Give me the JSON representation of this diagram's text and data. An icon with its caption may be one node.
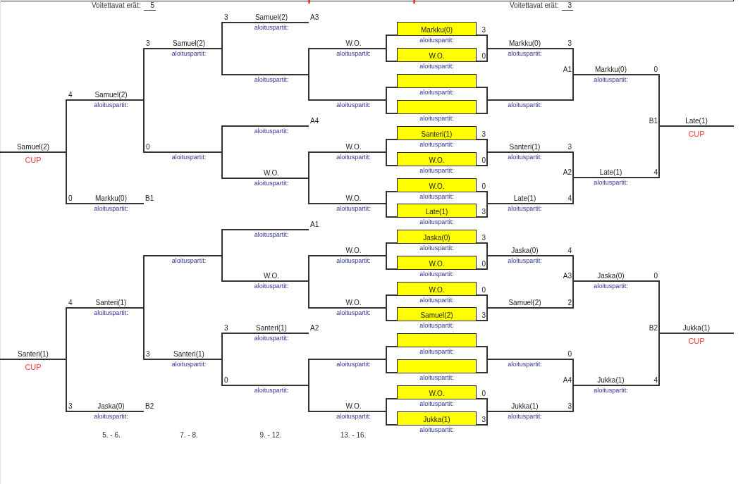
{
  "diagram": {
    "nodes": [
      {
        "text": [
          "Samuel(2)",
          "CUP"
        ]
      },
      {
        "text": [
          "Santeri(1)",
          "CUP"
        ]
      },
      {
        "text": [
          "4",
          "Samuel(2)",
          "aloituspartit:"
        ]
      },
      {
        "text": [
          "0",
          "Markku(0)",
          "aloituspartit:"
        ],
        "beside": [
          "B1"
        ]
      },
      {
        "text": [
          "4",
          "Santeri(1)",
          "aloituspartit:"
        ]
      },
      {
        "text": [
          "3",
          "Jaska(0)",
          "aloituspartit:"
        ],
        "beside": [
          "B2"
        ]
      },
      {
        "text": [
          "3",
          "Samuel(2)",
          "aloituspartit:"
        ]
      },
      {
        "text": [
          "0",
          "aloituspartit:"
        ]
      },
      {
        "text": [
          "aloituspartit:"
        ]
      },
      {
        "text": [
          "3",
          "Santeri(1)",
          "aloituspartit:"
        ]
      },
      {
        "text": [
          "3",
          "Samuel(2)",
          "aloituspartit:"
        ],
        "beside": [
          "A3"
        ]
      },
      {
        "text": [
          "aloituspartit:"
        ]
      },
      {
        "text": [
          "aloituspartit:"
        ],
        "beside": [
          "A4"
        ]
      },
      {
        "text": [
          "W.O.",
          "aloituspartit:"
        ]
      },
      {
        "text": [
          "aloituspartit:"
        ],
        "beside": [
          "A1"
        ]
      },
      {
        "text": [
          "W.O.",
          "aloituspartit:"
        ]
      },
      {
        "text": [
          "3",
          "Santeri(1)",
          "aloituspartit:"
        ],
        "beside": [
          "A2"
        ]
      },
      {
        "text": [
          "0",
          "aloituspartit:"
        ]
      },
      {
        "text": [
          "W.O.",
          "aloituspartit:"
        ]
      },
      {
        "text": [
          "aloituspartit:"
        ]
      },
      {
        "text": [
          "W.O.",
          "aloituspartit:"
        ]
      },
      {
        "text": [
          "W.O.",
          "aloituspartit:"
        ]
      },
      {
        "text": [
          "W.O.",
          "aloituspartit:"
        ]
      },
      {
        "text": [
          "W.O.",
          "aloituspartit:"
        ]
      },
      {
        "text": [
          "aloituspartit:"
        ]
      },
      {
        "text": [
          "W.O.",
          "aloituspartit:"
        ]
      },
      {
        "text": [
          "Markku(0)",
          "aloituspartit:"
        ],
        "beside": [
          "3"
        ]
      },
      {
        "text": [
          "W.O.",
          "aloituspartit:"
        ],
        "beside": [
          "0"
        ]
      },
      {
        "text": [
          "aloituspartit:"
        ]
      },
      {
        "text": [
          "aloituspartit:"
        ]
      },
      {
        "text": [
          "Santeri(1)",
          "aloituspartit:"
        ],
        "beside": [
          "3"
        ]
      },
      {
        "text": [
          "W.O.",
          "aloituspartit:"
        ],
        "beside": [
          "0"
        ]
      },
      {
        "text": [
          "W.O.",
          "aloituspartit:"
        ],
        "beside": [
          "0"
        ]
      },
      {
        "text": [
          "Late(1)",
          "aloituspartit:"
        ],
        "beside": [
          "3"
        ]
      },
      {
        "text": [
          "Jaska(0)",
          "aloituspartit:"
        ],
        "beside": [
          "3"
        ]
      },
      {
        "text": [
          "W.O.",
          "aloituspartit:"
        ],
        "beside": [
          "0"
        ]
      },
      {
        "text": [
          "W.O.",
          "aloituspartit:"
        ],
        "beside": [
          "0"
        ]
      },
      {
        "text": [
          "Samuel(2)",
          "aloituspartit:"
        ],
        "beside": [
          "3"
        ]
      },
      {
        "text": [
          "aloituspartit:"
        ]
      },
      {
        "text": [
          "aloituspartit:"
        ]
      },
      {
        "text": [
          "W.O.",
          "aloituspartit:"
        ],
        "beside": [
          "0"
        ]
      },
      {
        "text": [
          "Jukka(1)",
          "aloituspartit:"
        ],
        "beside": [
          "3"
        ]
      },
      {
        "text": [
          "Markku(0)",
          "3",
          "aloituspartit:"
        ]
      },
      {
        "text": [
          "aloituspartit:"
        ]
      },
      {
        "text": [
          "Santeri(1)",
          "3",
          "aloituspartit:"
        ]
      },
      {
        "text": [
          "Late(1)",
          "4",
          "aloituspartit:"
        ]
      },
      {
        "text": [
          "Jaska(0)",
          "4",
          "aloituspartit:"
        ]
      },
      {
        "text": [
          "Samuel(2)",
          "2"
        ]
      },
      {
        "text": [
          "0",
          "aloituspartit:"
        ]
      },
      {
        "text": [
          "Jukka(1)",
          "3",
          "aloituspartit:"
        ]
      },
      {
        "text": [
          "Markku(0)",
          "0",
          "aloituspartit:"
        ],
        "beside": [
          "A1"
        ]
      },
      {
        "text": [
          "Late(1)",
          "4",
          "aloituspartit:"
        ],
        "beside": [
          "A2"
        ]
      },
      {
        "text": [
          "Jaska(0)",
          "0",
          "aloituspartit:"
        ],
        "beside": [
          "A3"
        ]
      },
      {
        "text": [
          "Jukka(1)",
          "4",
          "aloituspartit:"
        ],
        "beside": [
          "A4"
        ]
      },
      {
        "text": [
          "Late(1)",
          "CUP"
        ],
        "beside": [
          "B1"
        ]
      },
      {
        "text": [
          "Jukka(1)",
          "CUP"
        ],
        "beside": [
          "B2"
        ]
      }
    ],
    "edges": [
      {
        "from": 26,
        "to": 18,
        "arrow": "none"
      },
      {
        "from": 27,
        "to": 18,
        "arrow": "none"
      },
      {
        "from": 28,
        "to": 19,
        "arrow": "none"
      },
      {
        "from": 29,
        "to": 19,
        "arrow": "none"
      },
      {
        "from": 30,
        "to": 20,
        "arrow": "none"
      },
      {
        "from": 31,
        "to": 20,
        "arrow": "none"
      },
      {
        "from": 32,
        "to": 21,
        "arrow": "none"
      },
      {
        "from": 33,
        "to": 21,
        "arrow": "none"
      },
      {
        "from": 34,
        "to": 22,
        "arrow": "none"
      },
      {
        "from": 35,
        "to": 22,
        "arrow": "none"
      },
      {
        "from": 36,
        "to": 23,
        "arrow": "none"
      },
      {
        "from": 37,
        "to": 23,
        "arrow": "none"
      },
      {
        "from": 38,
        "to": 24,
        "arrow": "none"
      },
      {
        "from": 39,
        "to": 24,
        "arrow": "none"
      },
      {
        "from": 40,
        "to": 25,
        "arrow": "none"
      },
      {
        "from": 41,
        "to": 25,
        "arrow": "none"
      },
      {
        "from": 26,
        "to": 42,
        "arrow": "none"
      },
      {
        "from": 27,
        "to": 42,
        "arrow": "none"
      },
      {
        "from": 28,
        "to": 43,
        "arrow": "none"
      },
      {
        "from": 29,
        "to": 43,
        "arrow": "none"
      },
      {
        "from": 30,
        "to": 44,
        "arrow": "none"
      },
      {
        "from": 31,
        "to": 44,
        "arrow": "none"
      },
      {
        "from": 32,
        "to": 45,
        "arrow": "none"
      },
      {
        "from": 33,
        "to": 45,
        "arrow": "none"
      },
      {
        "from": 34,
        "to": 46,
        "arrow": "none"
      },
      {
        "from": 35,
        "to": 46,
        "arrow": "none"
      },
      {
        "from": 36,
        "to": 47,
        "arrow": "none"
      },
      {
        "from": 37,
        "to": 47,
        "arrow": "none"
      },
      {
        "from": 38,
        "to": 48,
        "arrow": "none"
      },
      {
        "from": 39,
        "to": 48,
        "arrow": "none"
      },
      {
        "from": 40,
        "to": 49,
        "arrow": "none"
      },
      {
        "from": 41,
        "to": 49,
        "arrow": "none"
      },
      {
        "from": 18,
        "to": 11,
        "arrow": "none"
      },
      {
        "from": 19,
        "to": 11,
        "arrow": "none"
      },
      {
        "from": 20,
        "to": 13,
        "arrow": "none"
      },
      {
        "from": 21,
        "to": 13,
        "arrow": "none"
      },
      {
        "from": 22,
        "to": 15,
        "arrow": "none"
      },
      {
        "from": 23,
        "to": 15,
        "arrow": "none"
      },
      {
        "from": 24,
        "to": 17,
        "arrow": "none"
      },
      {
        "from": 25,
        "to": 17,
        "arrow": "none"
      },
      {
        "from": 10,
        "to": 6,
        "arrow": "none"
      },
      {
        "from": 11,
        "to": 6,
        "arrow": "none"
      },
      {
        "from": 12,
        "to": 7,
        "arrow": "none"
      },
      {
        "from": 13,
        "to": 7,
        "arrow": "none"
      },
      {
        "from": 14,
        "to": 8,
        "arrow": "none"
      },
      {
        "from": 15,
        "to": 8,
        "arrow": "none"
      },
      {
        "from": 16,
        "to": 9,
        "arrow": "none"
      },
      {
        "from": 17,
        "to": 9,
        "arrow": "none"
      },
      {
        "from": 6,
        "to": 2,
        "arrow": "none"
      },
      {
        "from": 7,
        "to": 2,
        "arrow": "none"
      },
      {
        "from": 8,
        "to": 4,
        "arrow": "none"
      },
      {
        "from": 9,
        "to": 4,
        "arrow": "none"
      },
      {
        "from": 2,
        "to": 0,
        "arrow": "none"
      },
      {
        "from": 3,
        "to": 0,
        "arrow": "none"
      },
      {
        "from": 4,
        "to": 1,
        "arrow": "none"
      },
      {
        "from": 5,
        "to": 1,
        "arrow": "none"
      },
      {
        "from": 42,
        "to": 50,
        "arrow": "none"
      },
      {
        "from": 43,
        "to": 50,
        "arrow": "none"
      },
      {
        "from": 44,
        "to": 51,
        "arrow": "none"
      },
      {
        "from": 45,
        "to": 51,
        "arrow": "none"
      },
      {
        "from": 46,
        "to": 52,
        "arrow": "none"
      },
      {
        "from": 47,
        "to": 52,
        "arrow": "none"
      },
      {
        "from": 48,
        "to": 53,
        "arrow": "none"
      },
      {
        "from": 49,
        "to": 53,
        "arrow": "none"
      },
      {
        "from": 50,
        "to": 54,
        "arrow": "none"
      },
      {
        "from": 51,
        "to": 54,
        "arrow": "none"
      },
      {
        "from": 52,
        "to": 55,
        "arrow": "none"
      },
      {
        "from": 53,
        "to": 55,
        "arrow": "none"
      }
    ],
    "labels": [
      "Voitettavat erät:",
      "5",
      "Voitettavat erät:",
      "3",
      "5. - 6.",
      "7. - 8.",
      "9. - 12.",
      "13. - 16."
    ]
  }
}
